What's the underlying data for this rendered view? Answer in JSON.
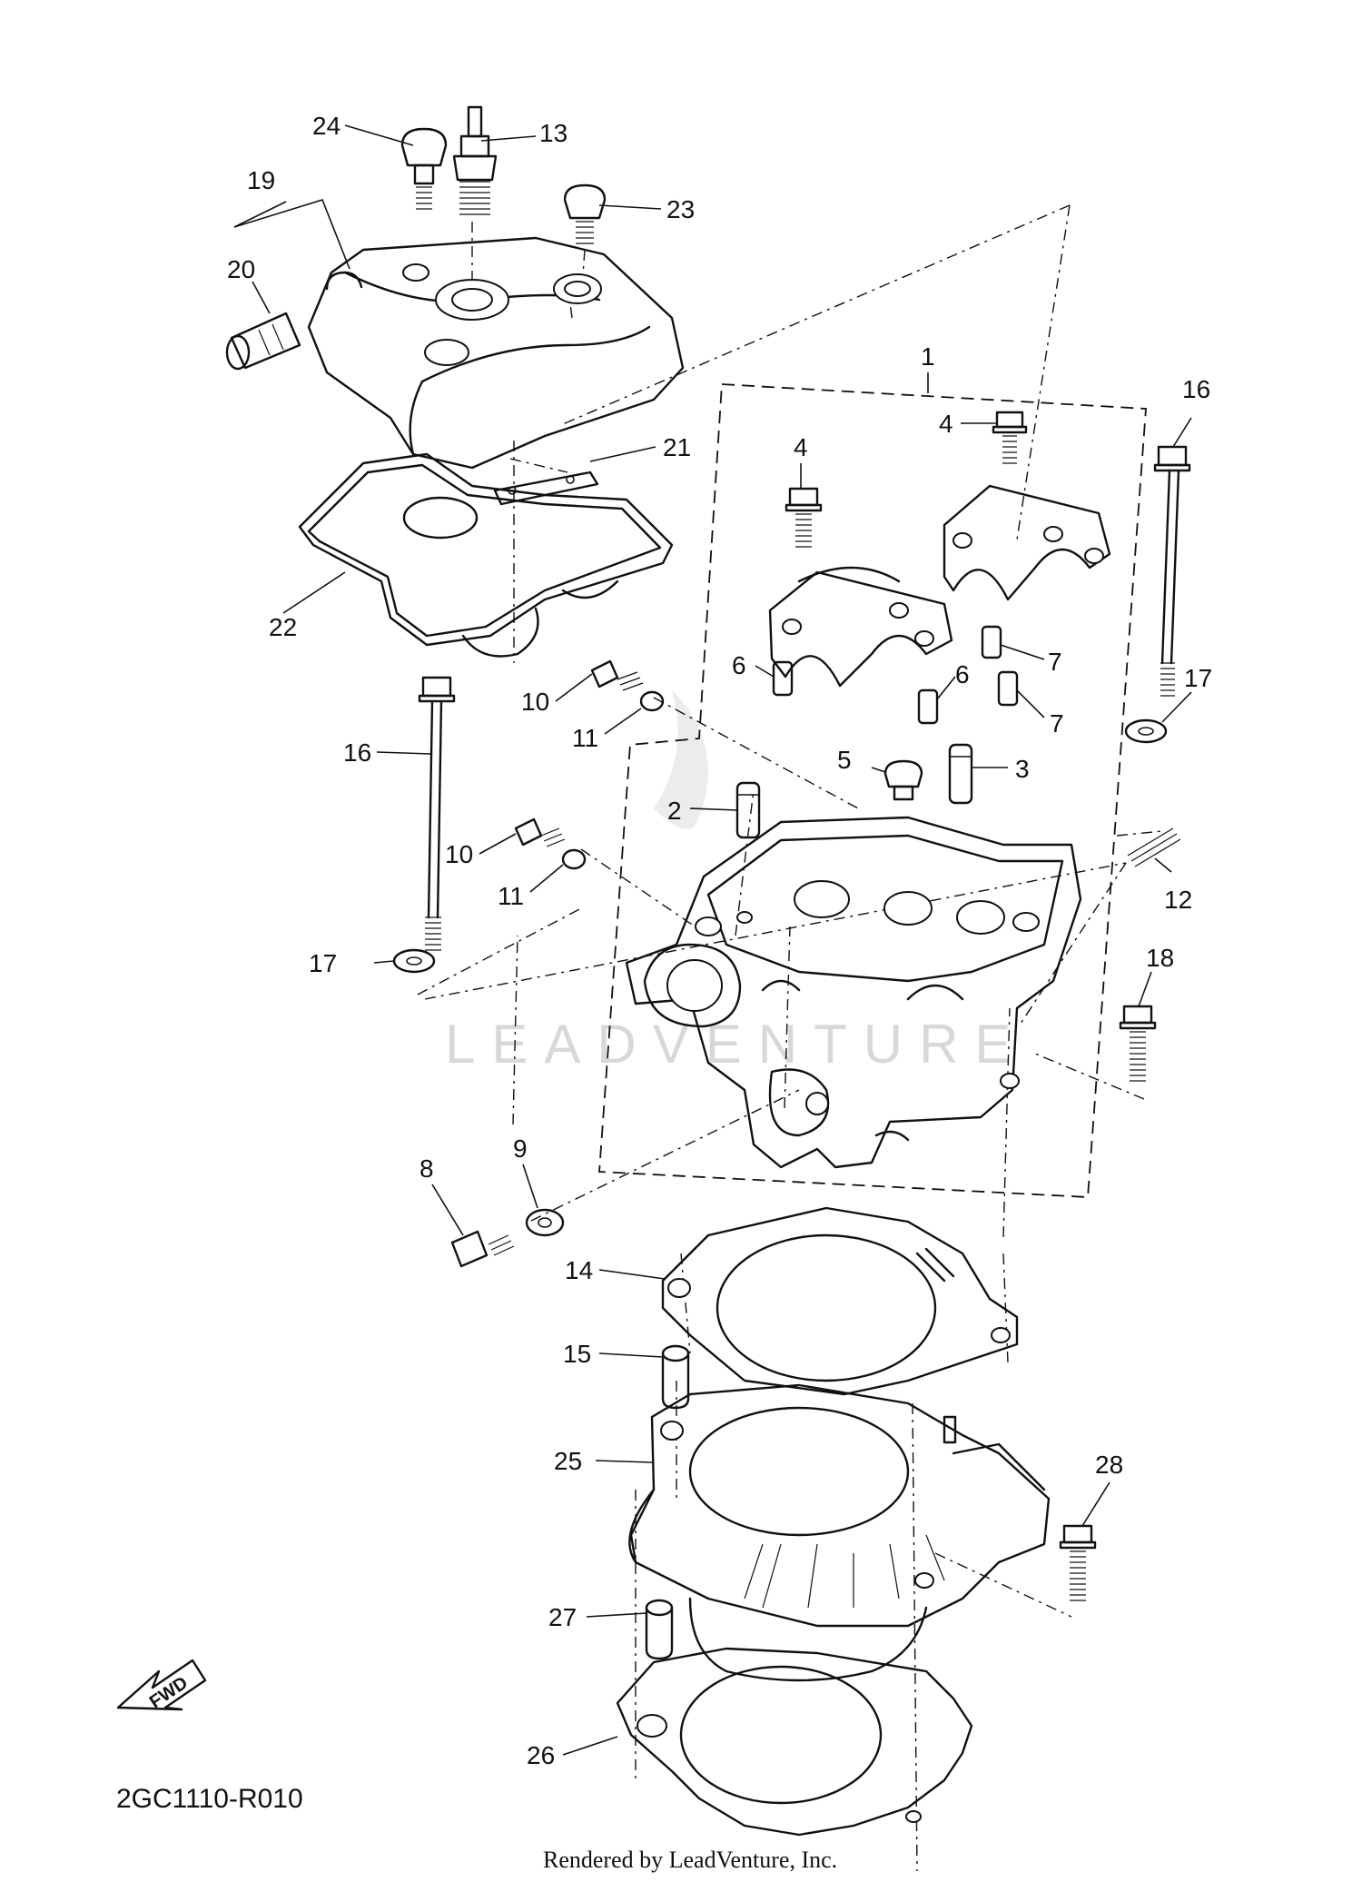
{
  "diagram_code": "2GC1110-R010",
  "footer": "Rendered by LeadVenture, Inc.",
  "watermark": "LEADVENTURE",
  "fwd_label": "FWD",
  "callouts": {
    "c1": "1",
    "c2": "2",
    "c3": "3",
    "c4a": "4",
    "c4b": "4",
    "c5": "5",
    "c6a": "6",
    "c6b": "6",
    "c7a": "7",
    "c7b": "7",
    "c8": "8",
    "c9": "9",
    "c10a": "10",
    "c10b": "10",
    "c11a": "11",
    "c11b": "11",
    "c12": "12",
    "c13": "13",
    "c14": "14",
    "c15": "15",
    "c16a": "16",
    "c16b": "16",
    "c17a": "17",
    "c17b": "17",
    "c18": "18",
    "c19": "19",
    "c20": "20",
    "c21": "21",
    "c22": "22",
    "c23": "23",
    "c24": "24",
    "c25": "25",
    "c26": "26",
    "c27": "27",
    "c28": "28"
  }
}
